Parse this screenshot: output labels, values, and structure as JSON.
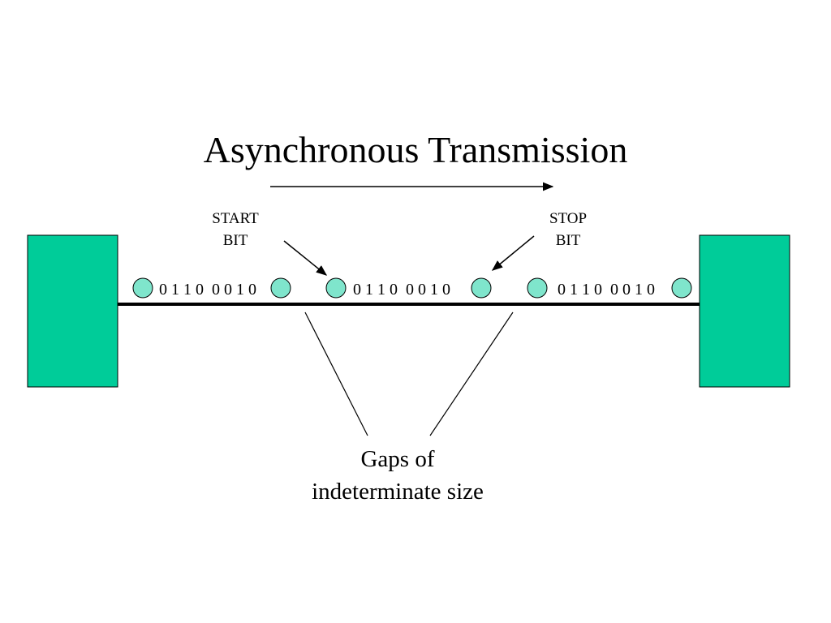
{
  "title": "Asynchronous Transmission",
  "labels": {
    "start_line1": "START",
    "start_line2": "BIT",
    "stop_line1": "STOP",
    "stop_line2": "BIT",
    "caption_line1": "Gaps of",
    "caption_line2": "indeterminate size"
  },
  "frames": [
    {
      "bits": "0 1 1 0  0 0 1 0"
    },
    {
      "bits": "0 1 1 0  0 0 1 0"
    },
    {
      "bits": "0 1 1 0  0 0 1 0"
    }
  ],
  "colors": {
    "terminal_fill": "#00cc99",
    "bit_marker_fill": "#7fe5cc",
    "line": "#000000"
  }
}
